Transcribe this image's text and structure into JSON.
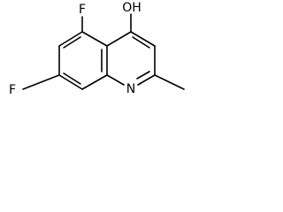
{
  "labels": {
    "hydroxyl": "OH",
    "fluorine_top": "F",
    "fluorine_left": "F",
    "nitrogen": "N"
  }
}
